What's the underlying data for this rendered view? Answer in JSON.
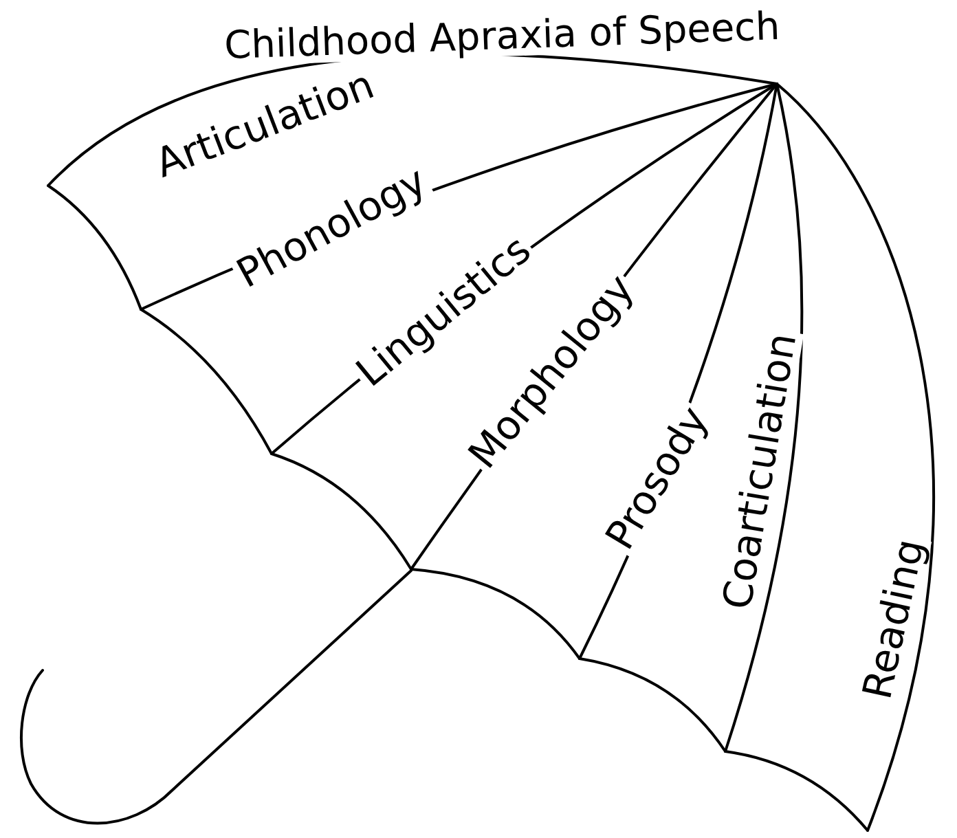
{
  "diagram": {
    "title": "Childhood Apraxia of Speech",
    "labels": [
      "Articulation",
      "Phonology",
      "Linguistics",
      "Morphology",
      "Prosody",
      "Coarticulation",
      "Reading"
    ]
  }
}
